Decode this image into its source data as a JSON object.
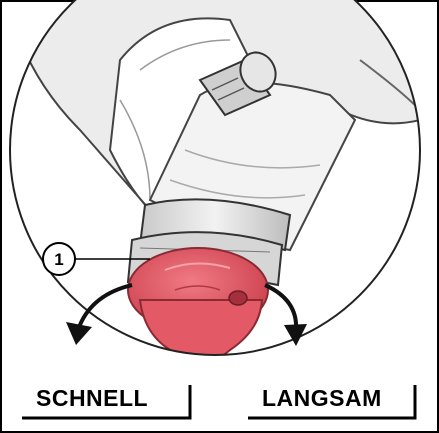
{
  "figure": {
    "callout_number": "1",
    "directions": {
      "left_label": "SCHNELL",
      "right_label": "LANGSAM"
    }
  },
  "colors": {
    "knob": "#e35a66",
    "knob_dark": "#b8323f",
    "metal": "#dcdcdc",
    "outline": "#222222",
    "arrow": "#111111"
  }
}
